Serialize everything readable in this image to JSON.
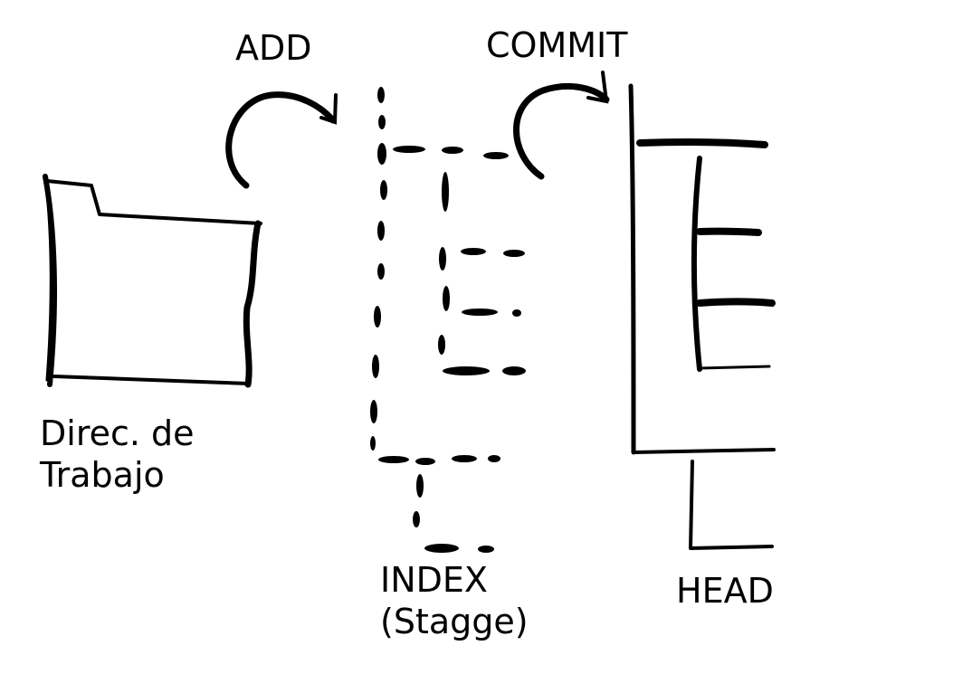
{
  "labels": {
    "add": "ADD",
    "commit": "COMMIT",
    "working_dir_line1": "Direc. de",
    "working_dir_line2": "Trabajo",
    "index_line1": "INDEX",
    "index_line2": "(Stagge)",
    "head": "HEAD"
  },
  "icons": {
    "working_dir": "folder-icon",
    "index": "dashed-tree-icon",
    "head": "tree-icon",
    "add_arrow": "curved-arrow-icon",
    "commit_arrow": "curved-arrow-icon"
  },
  "colors": {
    "ink": "#000000",
    "background": "#ffffff"
  }
}
